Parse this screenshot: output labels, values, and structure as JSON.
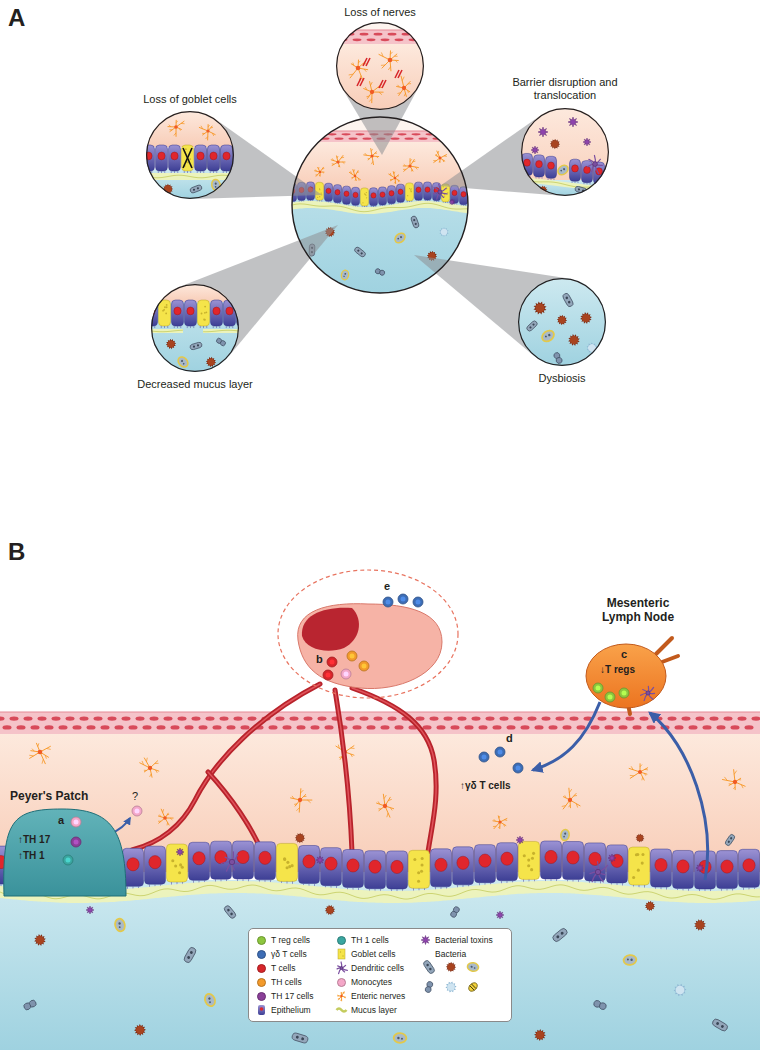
{
  "diagram": {
    "nodes": [
      {
        "text": [
          "Loss of nerves"
        ]
      },
      {
        "text": [
          "Loss of goblet cells"
        ]
      },
      {
        "text": [
          "Barrier disruption and translocation"
        ]
      },
      {
        "text": [
          "Decreased mucus layer"
        ]
      },
      {
        "text": [
          "Dysbiosis"
        ]
      },
      {
        "text": [
          "b",
          "e"
        ]
      },
      {
        "text": [
          "Mesenteric Lymph Node",
          "c",
          "↓T regs"
        ]
      },
      {
        "text": [
          "Peyer's Patch",
          "a",
          "↑TH 17",
          "↑TH 1"
        ]
      }
    ],
    "labels": [
      "A",
      "B",
      "d",
      "↑γδ T cells",
      "?"
    ],
    "legend": [
      {
        "text": "T reg cells",
        "color": "#8dc63f"
      },
      {
        "text": "TH 1 cells",
        "color": "#3aa6a0"
      },
      {
        "text": "Bacterial toxins"
      },
      {
        "text": "γδ T cells",
        "color": "#3d6db5"
      },
      {
        "text": "Goblet cells"
      },
      {
        "text": "Bacteria"
      },
      {
        "text": "T cells",
        "color": "#d7262a"
      },
      {
        "text": "Dendritic cells"
      },
      {
        "text": "TH cells",
        "color": "#f39a2b"
      },
      {
        "text": "Monocytes",
        "color": "#f4a7c8"
      },
      {
        "text": "TH 17 cells",
        "color": "#8a3f98"
      },
      {
        "text": "Enteric nerves"
      },
      {
        "text": "Epithelium"
      },
      {
        "text": "Mucus layer"
      }
    ]
  }
}
